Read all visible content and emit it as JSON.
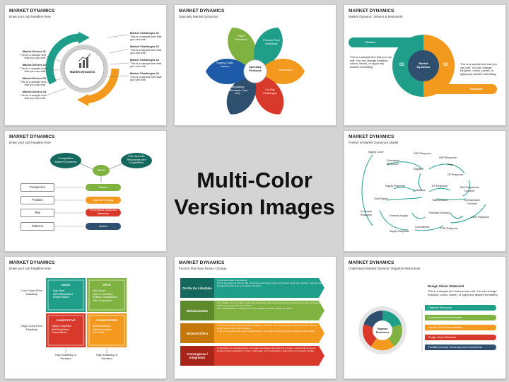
{
  "center_caption": {
    "line1": "Multi-Color",
    "line2": "Version Images"
  },
  "slides": {
    "s1": {
      "title": "MARKET DYNAMICS",
      "subtitle": "Enter your sub headline here",
      "center": "Market Dynamics",
      "drivers": [
        "Market Drivers 01",
        "Market Drivers 02",
        "Market Drivers 03",
        "Market Drivers 04"
      ],
      "challenges": [
        "Market Challenges 01",
        "Market Challenges 02",
        "Market Challenges 03",
        "Market Challenges 04"
      ],
      "body": "This is a sample text that you can edit."
    },
    "s2": {
      "title": "MARKET DYNAMICS",
      "subtitle": "Specialty Market Dynamics",
      "center": "Specialty Products",
      "petals": [
        "Paper Pressures",
        "Product Price Increases",
        "Biosimilars",
        "Co-Pay Challenges",
        "Regulatory (Affordable Care Act)",
        "Supply Chain Issues"
      ]
    },
    "s3": {
      "title": "MARKET DYNAMICS",
      "subtitle": "Market Dynamic: Drivers & Restraints",
      "drivers": "Drivers",
      "restraint": "Restraint",
      "center": "Market Dynamics",
      "n1": "01",
      "n2": "02",
      "text": "This is a sample text that you can edit. You can change font(size, colour, name), or apply any desired formatting"
    },
    "s4": {
      "title": "MARKET DYNAMICS",
      "subtitle": "Enter your sub headline here",
      "ovals": [
        "Competitive Market Dynamics",
        "SWOT",
        "Firm-Specific Resources and Capabilities"
      ],
      "left_boxes": [
        "Perspective",
        "Position",
        "Plan",
        "Patterns"
      ],
      "right_pills": [
        "Mission",
        "Business Strategy",
        "Performance Goals and Measures",
        "Actions"
      ]
    },
    "s5": {
      "title": "MARKET DYNAMICS",
      "subtitle": "Portion of Market Dynamics Model",
      "nodes": [
        "Supply Curve",
        "DDR Response",
        "Generation Response",
        "DDR Response",
        "Dispatch",
        "Price",
        "DP Response",
        "Supply Response",
        "Imbalance",
        "DP Response",
        "Total Responsive Demand",
        "Total Supply",
        "Total Demand",
        "Unresponsive Demand",
        "Generator Response",
        "Forecast Supply",
        "Forecast Demand",
        "Supply Response",
        "Commitment",
        "DDR Response",
        "DDR Response"
      ]
    },
    "s6": {
      "title": "MARKET DYNAMICS",
      "subtitle": "Enter your sub headline here",
      "quadrants": [
        {
          "name": "NICHE",
          "items": [
            "High Value",
            "Well Differentiated",
            "Multiple Niches"
          ]
        },
        {
          "name": "OPEN",
          "items": [
            "New Market",
            "Open to Innovation",
            "Multiple Contradictions",
            "Value Propositions"
          ]
        },
        {
          "name": "COMPETITIVE",
          "items": [
            "Highly Competitive",
            "Well Established",
            "Commoditized"
          ]
        },
        {
          "name": "COMMODITIZED",
          "items": [
            "Well Established",
            "Critical Innovation",
            "Price Wars"
          ]
        }
      ],
      "axis": [
        "Low Cross-Price Elasticity",
        "High Cross-Price Elasticity",
        "High Elasticity of Demand",
        "High Elasticity of Demand"
      ]
    },
    "s7": {
      "title": "MARKET DYNAMICS",
      "subtitle": "Factors that have Driven Change",
      "rows": [
        {
          "title": "On the Go Lifestyles",
          "lines": [
            "Consumers crave convenience",
            "Not so long ago our phones had cords, they were bulky, heavy and sucked power like a heater; now they get literally bring their lives everywhere with them"
          ]
        },
        {
          "title": "Miniaturization",
          "lines": [
            "The creation of ever smaller scales for mechanical, optical, and electronic products and devices. Processing Power went up as chip size shrank",
            "New miniaturization is taking a new turn, it helped increase mobility and power"
          ]
        },
        {
          "title": "Network Effect",
          "lines": [
            "As more and more phones are linked together - the value from such a device rapidly increases. Phones initially were pretty much worthless",
            "Then as more and more people bought phones, the value of owning a phone expanded exponentially"
          ]
        },
        {
          "title": "Convergence / Integration",
          "lines": [
            "Combination of voice(telephony) and data(computing/multimedia) into a single, multi-functional device",
            "Design and the integration of voice, multimedia, and computing is a huge driver of increased mobility"
          ]
        }
      ]
    },
    "s8": {
      "title": "MARKET DYNAMICS",
      "subtitle": "Understand Market Dynamic Organize Resources",
      "heading": "Design Vision Statement",
      "text": "This is a sample text that you can edit. You can change font(size, colour, name), or apply any desired formatting",
      "center": "Organize Resources",
      "bars": [
        "Organize Resources",
        "Understand Market Dynamics",
        "Identify Social Responsibilities",
        "Design Vision Statement",
        "Facilitate Execute Consensus and Commitment"
      ]
    }
  },
  "colors": {
    "teal": "#1f9e8a",
    "dark_teal": "#15685e",
    "green": "#7fb241",
    "orange": "#f39a1e",
    "red": "#d9392b",
    "navy": "#2f4f6f",
    "gray": "#bdbdbd",
    "blue": "#1d5aa8"
  }
}
